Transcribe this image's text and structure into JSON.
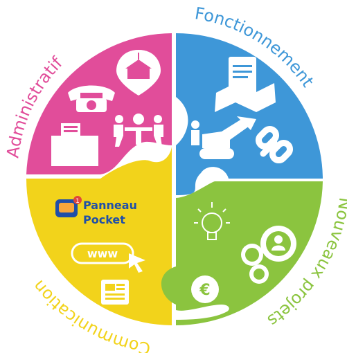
{
  "quadrants": {
    "administratif": {
      "label": "Administratif",
      "color": "#e14d9a",
      "text_color": "#e14d9a",
      "icons": [
        "telephone-icon",
        "town-hall-pin-icon",
        "meeting-icon",
        "folder-documents-icon"
      ]
    },
    "fonctionnement": {
      "label": "Fonctionnement",
      "color": "#3e97d8",
      "text_color": "#3e97d8",
      "icons": [
        "contract-handshake-icon",
        "bulldozer-worker-icon",
        "chain-link-icon"
      ]
    },
    "nouveaux_projets": {
      "label": "Nouveaux projets",
      "color": "#8bc43f",
      "text_color": "#8bc43f",
      "icons": [
        "lightbulb-icon",
        "gears-people-icon",
        "euro-hand-icon"
      ]
    },
    "communication": {
      "label": "Communication",
      "color": "#f2d31b",
      "text_color": "#f2d31b",
      "icons": [
        "panneaupocket-logo",
        "www-browser-icon",
        "newspaper-icon"
      ]
    }
  },
  "logo": {
    "line1": "Panneau",
    "line2": "Pocket"
  },
  "www_text": "www"
}
